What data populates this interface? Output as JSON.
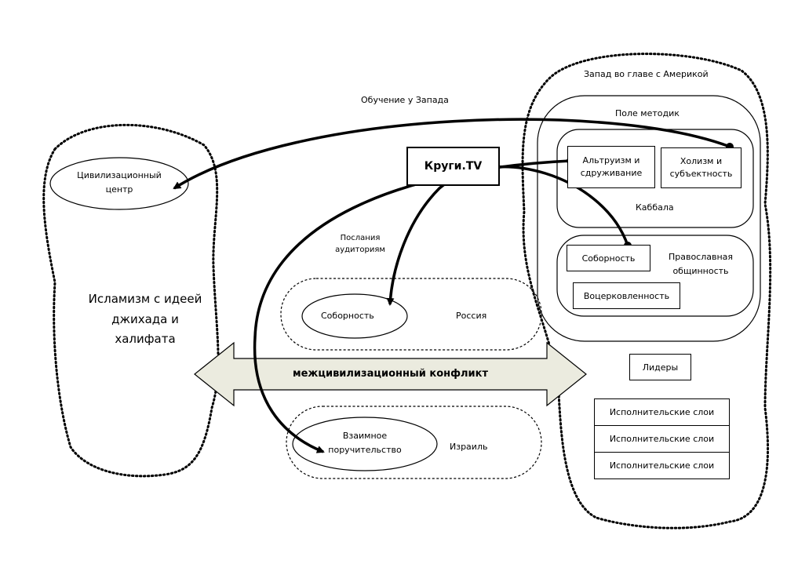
{
  "west": {
    "title": "Запад во главе с Америкой",
    "methods_field": "Поле методик",
    "kabbalah": "Каббала",
    "altruism": "Альтруизм и сдруживание",
    "holism": "Холизм и субъектность",
    "sobornost": "Соборность",
    "orthodox": "Православная общинность",
    "churching": "Воцерковленность",
    "leaders": "Лидеры",
    "layers": [
      "Исполнительские слои",
      "Исполнительские слои",
      "Исполнительские слои"
    ]
  },
  "islam": {
    "center": "Цивилизационный центр",
    "title": "Исламизм с идеей джихада и халифата"
  },
  "learning_label": "Обучение у Запада",
  "source": "Круги.TV",
  "messages_label": "Послания аудиториям",
  "russia": {
    "name": "Россия",
    "concept": "Соборность"
  },
  "israel": {
    "name": "Израиль",
    "concept": "Взаимное поручительство"
  },
  "conflict": "межцивилизационный конфликт"
}
